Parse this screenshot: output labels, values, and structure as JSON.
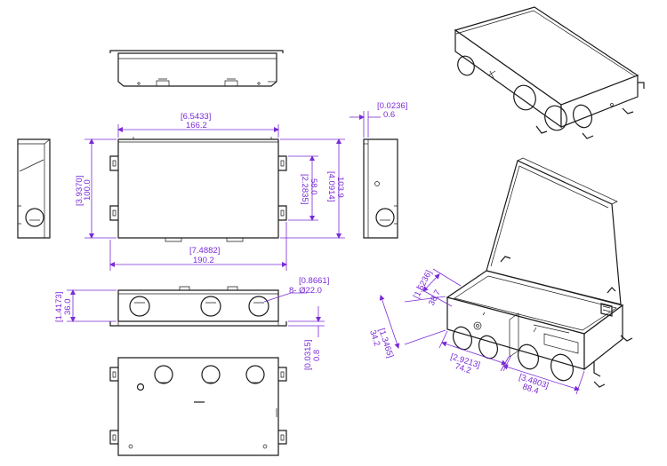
{
  "colors": {
    "line": "#1a1a1a",
    "dimension": "#7a2bd6",
    "background": "#ffffff"
  },
  "dimensions": {
    "top_width_in": "[6.5433]",
    "top_width_mm": "166.2",
    "top_height_in": "[3.9370]",
    "top_height_mm": "100.0",
    "inner_height_in": "[2.2835]",
    "inner_height_mm": "58.0",
    "overall_height_in": "[4.0914]",
    "overall_height_mm": "103.9",
    "overall_width_in": "[7.4882]",
    "overall_width_mm": "190.2",
    "lip_in": "[0.0236]",
    "lip_mm": "0.6",
    "depth_in": "[1.4173]",
    "depth_mm": "36.0",
    "knockout_in": "[0.8661]",
    "knockout_mm": "8- Ø22.0",
    "flange_in": "[0.0315]",
    "flange_mm": "0.8",
    "iso_depth_in": "[1.3465]",
    "iso_depth_mm": "34.2",
    "iso_ko_pitch_in": "[1.5236]",
    "iso_ko_pitch_mm": "38.7",
    "iso_ko_offset_in": "[2.9213]",
    "iso_ko_offset_mm": "74.2",
    "iso_ko_span_in": "[3.4803]",
    "iso_ko_span_mm": "88.4"
  }
}
